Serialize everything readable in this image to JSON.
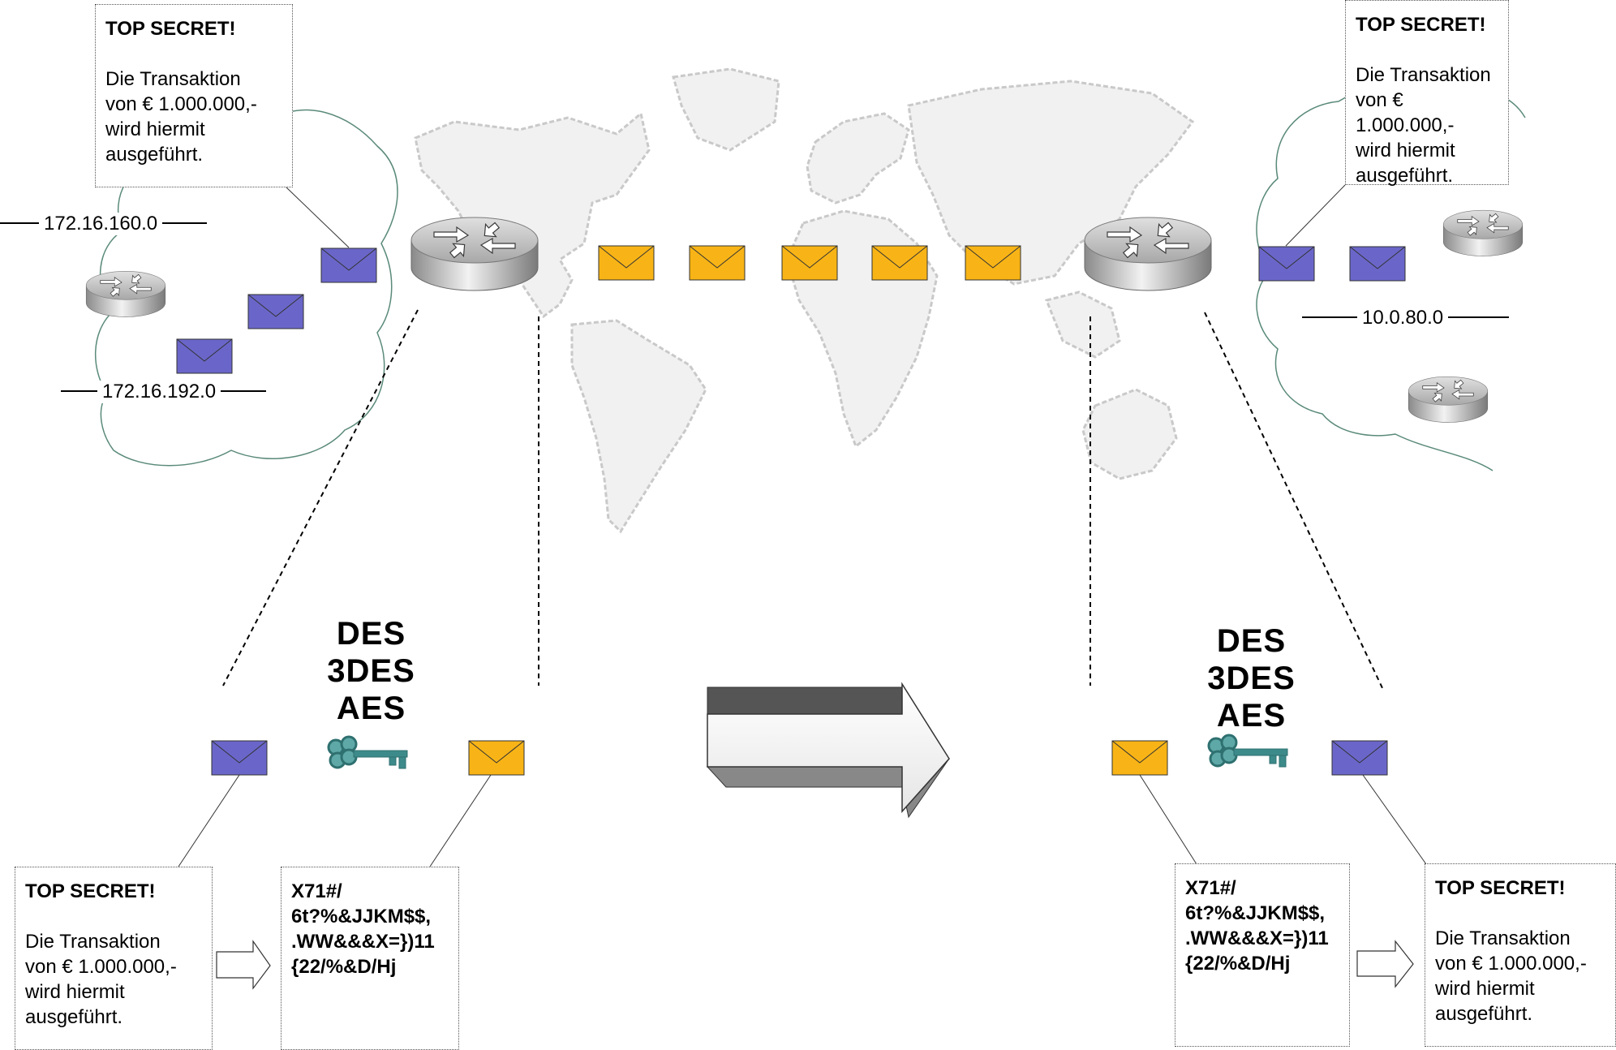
{
  "colors": {
    "plain_envelope": "#6a66c9",
    "cipher_envelope": "#f8b416",
    "key": "#3d8a8a",
    "cloud_line": "#5a8a7a"
  },
  "icons": {
    "router": "router-icon",
    "envelope": "envelope-icon",
    "key": "key-icon",
    "map": "world-map",
    "arrow": "arrow-right-icon"
  },
  "left_site": {
    "networks": [
      "172.16.160.0",
      "172.16.192.0"
    ]
  },
  "right_site": {
    "network": "10.0.80.0"
  },
  "notes": {
    "plaintext_title": "TOP SECRET!",
    "plaintext_body": "Die Transaktion\nvon € 1.000.000,-\nwird hiermit\nausgeführt.",
    "ciphertext": "X71#/\n6t?%&JJKM$$,\n.WW&&&X=})11\n{22/%&D/Hj"
  },
  "algorithms": [
    "DES",
    "3DES",
    "AES"
  ]
}
